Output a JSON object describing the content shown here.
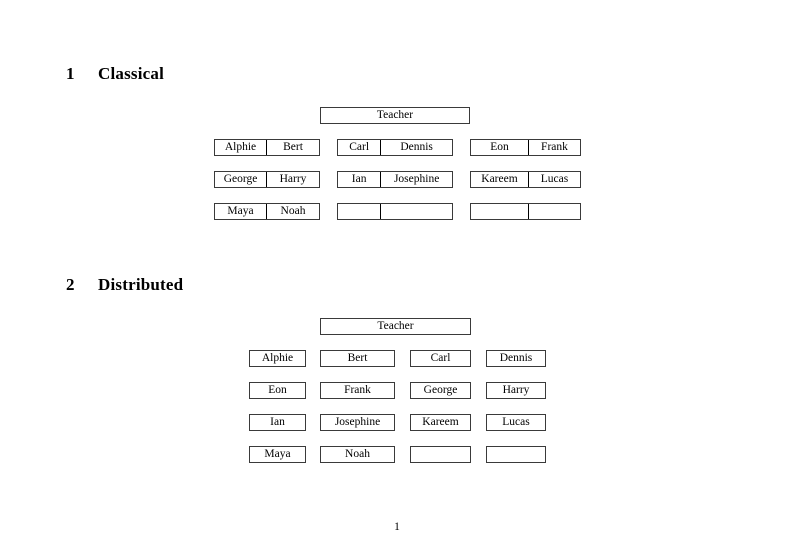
{
  "document": {
    "page_number": "1"
  },
  "sections": [
    {
      "number": "1",
      "title": "Classical",
      "teacher": {
        "label": "Teacher"
      },
      "rows": [
        {
          "groups": [
            {
              "cells": [
                {
                  "label": "Alphie"
                },
                {
                  "label": "Bert"
                }
              ]
            },
            {
              "cells": [
                {
                  "label": "Carl"
                },
                {
                  "label": "Dennis"
                }
              ]
            },
            {
              "cells": [
                {
                  "label": "Eon"
                },
                {
                  "label": "Frank"
                }
              ]
            }
          ]
        },
        {
          "groups": [
            {
              "cells": [
                {
                  "label": "George"
                },
                {
                  "label": "Harry"
                }
              ]
            },
            {
              "cells": [
                {
                  "label": "Ian"
                },
                {
                  "label": "Josephine"
                }
              ]
            },
            {
              "cells": [
                {
                  "label": "Kareem"
                },
                {
                  "label": "Lucas"
                }
              ]
            }
          ]
        },
        {
          "groups": [
            {
              "cells": [
                {
                  "label": "Maya"
                },
                {
                  "label": "Noah"
                }
              ]
            },
            {
              "cells": [
                {
                  "label": ""
                },
                {
                  "label": ""
                }
              ]
            },
            {
              "cells": [
                {
                  "label": ""
                },
                {
                  "label": ""
                }
              ]
            }
          ]
        }
      ]
    },
    {
      "number": "2",
      "title": "Distributed",
      "teacher": {
        "label": "Teacher"
      },
      "rows": [
        {
          "boxes": [
            {
              "label": "Alphie"
            },
            {
              "label": "Bert"
            },
            {
              "label": "Carl"
            },
            {
              "label": "Dennis"
            }
          ]
        },
        {
          "boxes": [
            {
              "label": "Eon"
            },
            {
              "label": "Frank"
            },
            {
              "label": "George"
            },
            {
              "label": "Harry"
            }
          ]
        },
        {
          "boxes": [
            {
              "label": "Ian"
            },
            {
              "label": "Josephine"
            },
            {
              "label": "Kareem"
            },
            {
              "label": "Lucas"
            }
          ]
        },
        {
          "boxes": [
            {
              "label": "Maya"
            },
            {
              "label": "Noah"
            },
            {
              "label": ""
            },
            {
              "label": ""
            }
          ]
        }
      ]
    }
  ]
}
